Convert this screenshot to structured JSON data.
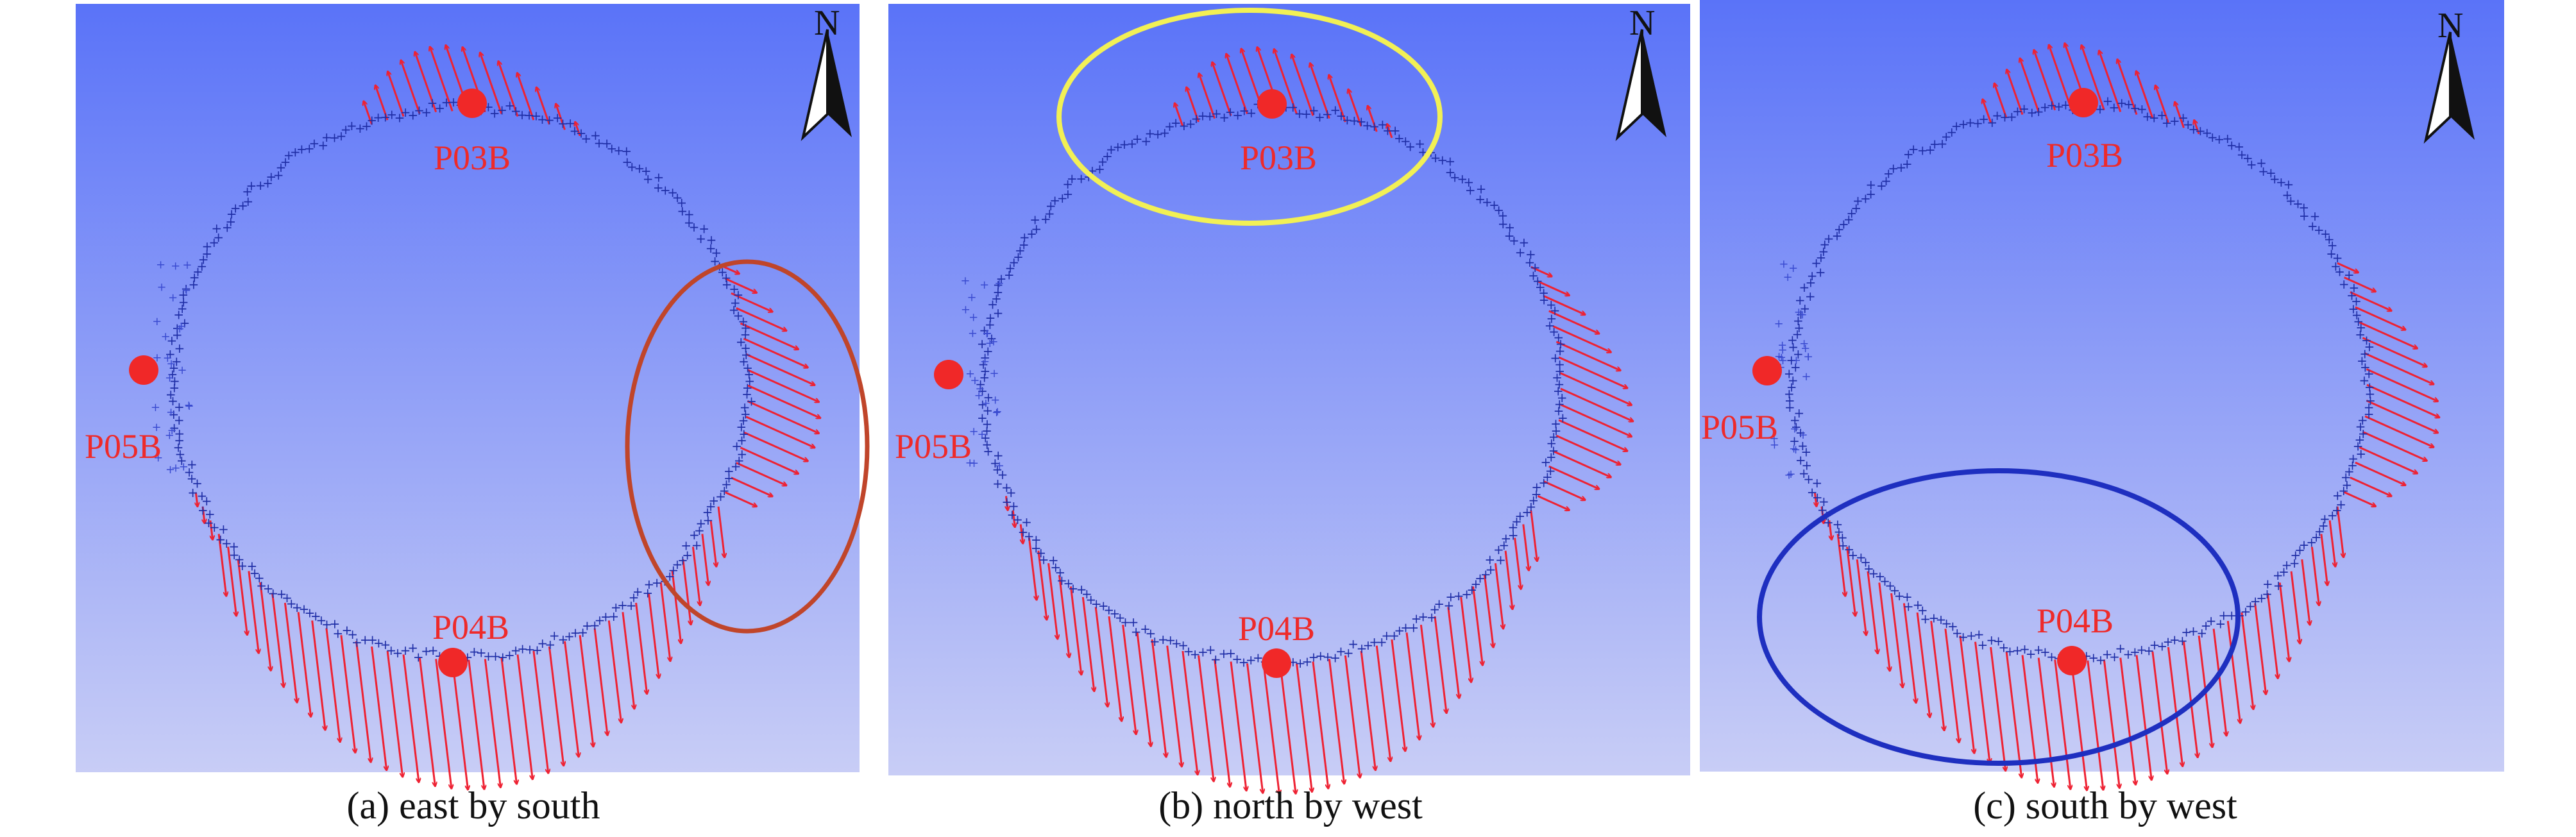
{
  "colors": {
    "panel_top": "#5a73f8",
    "panel_bottom": "#c6cbf6",
    "ring_marks": "#1f2ea6",
    "vectors": "#ee2233",
    "point_fill": "#f02828",
    "label": "#ee2a2a",
    "ellipse_a": "#c0452a",
    "ellipse_b": "#f2f055",
    "ellipse_c": "#1e2fc0"
  },
  "north_label": "N",
  "point_labels": {
    "north": "P03B",
    "south": "P04B",
    "west": "P05B"
  },
  "panels": [
    {
      "caption": "(a) east by south",
      "highlight": "east side",
      "ellipse_color": "#c0452a"
    },
    {
      "caption": "(b) north by west",
      "highlight": "north side",
      "ellipse_color": "#f2f055"
    },
    {
      "caption": "(c) south by west",
      "highlight": "south side",
      "ellipse_color": "#1e2fc0"
    }
  ]
}
